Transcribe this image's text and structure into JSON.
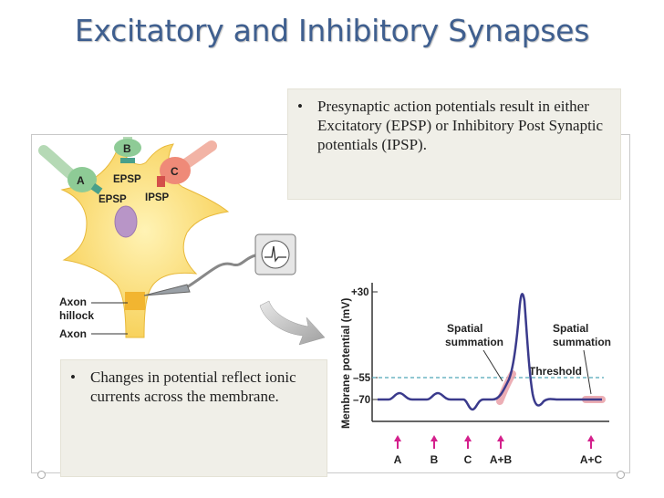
{
  "slide": {
    "title": "Excitatory and Inhibitory Synapses",
    "note_top": {
      "bullet": "•",
      "text": "Presynaptic action potentials result in either Excitatory (EPSP) or Inhibitory Post Synaptic potentials (IPSP)."
    },
    "note_bottom": {
      "bullet": "•",
      "text": "Changes in potential reflect ionic currents across the membrane."
    }
  },
  "neuron": {
    "synapse_a": "A",
    "synapse_b": "B",
    "synapse_c": "C",
    "epsp_top": "EPSP",
    "epsp_left": "EPSP",
    "ipsp": "IPSP",
    "axon_hillock": [
      "Axon",
      "hillock"
    ],
    "axon": "Axon"
  },
  "chart_data": {
    "type": "line",
    "ylabel": "Membrane potential (mV)",
    "yticks": [
      "+30",
      "–55",
      "–70"
    ],
    "x_stimuli": [
      "A",
      "B",
      "C",
      "A+B",
      "A+C"
    ],
    "threshold_label": "Threshold",
    "annotations": [
      {
        "text": [
          "Spatial",
          "summation"
        ]
      },
      {
        "text": [
          "Spatial",
          "summation"
        ]
      }
    ],
    "threshold_mv": -55,
    "resting_mv": -70,
    "peak_mv": 30,
    "colors": {
      "trace": "#3a3a8c",
      "threshold": "#4fa6b8",
      "stimulus": "#d4208c",
      "highlight": "#e9a0a8"
    }
  }
}
